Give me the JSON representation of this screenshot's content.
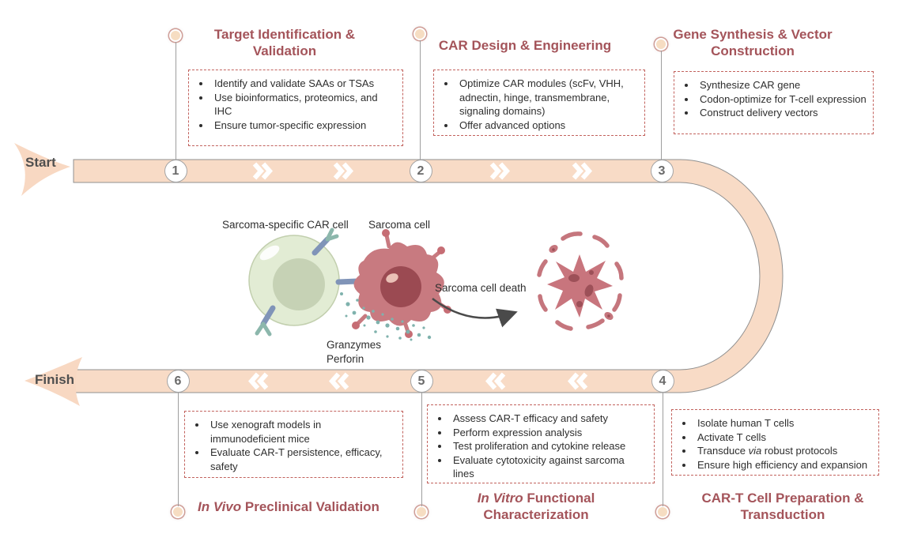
{
  "endcaps": {
    "start": "Start",
    "finish": "Finish"
  },
  "steps": [
    {
      "number": "1",
      "title_text": "Target Identification & Validation",
      "bullets": [
        "Identify and validate SAAs or TSAs",
        "Use bioinformatics, proteomics, and IHC",
        "Ensure tumor-specific expression"
      ]
    },
    {
      "number": "2",
      "title_text": "CAR Design & Engineering",
      "bullets": [
        "Optimize CAR modules (scFv, VHH, adnectin, hinge, transmembrane, signaling domains)",
        "Offer advanced options"
      ]
    },
    {
      "number": "3",
      "title_text": "Gene Synthesis & Vector Construction",
      "bullets": [
        "Synthesize CAR gene",
        "Codon-optimize for T-cell expression",
        "Construct delivery vectors"
      ]
    },
    {
      "number": "4",
      "title_text": "CAR-T Cell Preparation & Transduction",
      "bullets": [
        "Isolate human T cells",
        "Activate T cells",
        {
          "pre": "Transduce ",
          "em": "via",
          "post": " robust protocols"
        },
        "Ensure high efficiency and expansion"
      ]
    },
    {
      "number": "5",
      "title_italic": "In Vitro",
      "title_text": " Functional Characterization",
      "bullets": [
        "Assess CAR-T efficacy and safety",
        "Perform expression analysis",
        "Test proliferation and cytokine release",
        "Evaluate cytotoxicity against sarcoma lines"
      ]
    },
    {
      "number": "6",
      "title_italic": "In Vivo",
      "title_text": " Preclinical Validation",
      "bullets": [
        "Use xenograft models in immunodeficient mice",
        "Evaluate CAR-T persistence, efficacy, safety"
      ]
    }
  ],
  "illustration": {
    "car_cell_label": "Sarcoma-specific CAR cell",
    "sarcoma_cell_label": "Sarcoma cell",
    "death_label": "Sarcoma cell death",
    "granzymes_label": "Granzymes",
    "perforin_label": "Perforin"
  },
  "colors": {
    "accent_title": "#a4545a",
    "band_fill": "#f8dbc6",
    "band_stroke": "#909090",
    "dashed_border": "#c2625d",
    "chevron": "#ffffff",
    "car_cell": "#e2ecd4",
    "car_nucleus": "#c6d2b5",
    "sarcoma_cell": "#c87a80",
    "sarcoma_nucleus": "#9b4a52",
    "granule_dots": "#7fb2ad",
    "receptor_stem": "#8094b8",
    "receptor_fork": "#8cb7ac"
  }
}
